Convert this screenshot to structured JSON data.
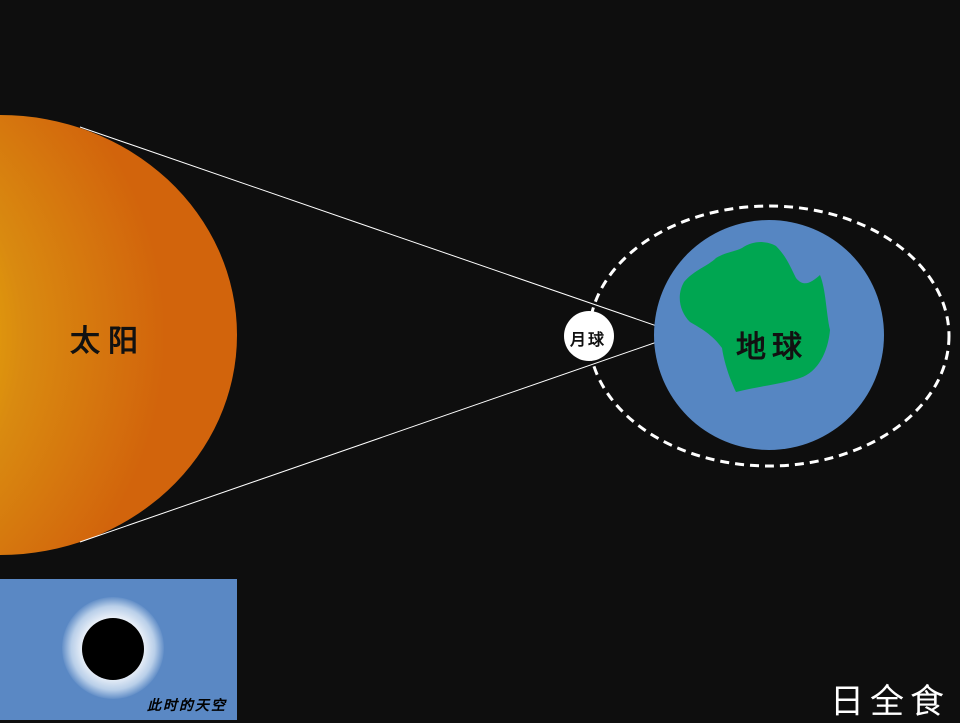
{
  "title": "日全食",
  "labels": {
    "sun": "太阳",
    "moon": "月球",
    "earth": "地球"
  },
  "inset": {
    "caption": "此时的天空"
  },
  "colors": {
    "background": "#0e0e0e",
    "sun_center": "#ffff00",
    "sun_edge": "#d2640c",
    "earth_ocean": "#5686c2",
    "earth_land": "#00a651",
    "moon": "#ffffff",
    "orbit": "#ffffff",
    "sky": "#5a88c4"
  }
}
